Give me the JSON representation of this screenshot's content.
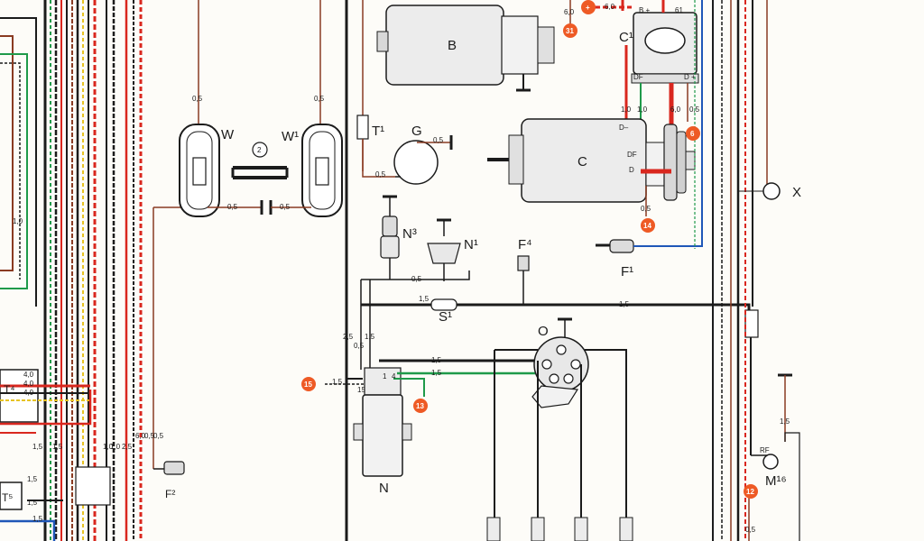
{
  "components": {
    "W": "W",
    "W1": "W¹",
    "B": "B",
    "C": "C",
    "C1": "C¹",
    "G": "G",
    "T1": "T¹",
    "N": "N",
    "N1": "N¹",
    "N3": "N³",
    "O": "O",
    "S1": "S¹",
    "F1": "F¹",
    "F2": "F²",
    "F4": "F⁴",
    "X": "X",
    "M16": "M¹⁶",
    "T4": "T⁴",
    "T5": "T⁵"
  },
  "circled_numbers": {
    "c2": "2",
    "c6": "6",
    "c12": "12",
    "c13": "13",
    "c14": "14",
    "c15": "15",
    "c31": "31",
    "cplus": "+"
  },
  "terminals": {
    "D_minus": "D–",
    "D_plus": "D +",
    "DF": "DF",
    "DF_C": "DF",
    "D_C": "D",
    "B_plus": "B +",
    "t61": "61",
    "t15": "15",
    "t1": "1",
    "t4": "4",
    "RF": "RF"
  },
  "wire_gauges": {
    "g_w_top": "0,5",
    "g_w1_top": "0,5",
    "g_w_mid1": "0,5",
    "g_w_mid2": "0,5",
    "g_g": "0,5",
    "g_g2": "0,5",
    "g_c1_a": "1,0",
    "g_c1_b": "1,0",
    "g_c1_c": "6,0",
    "g_c1_d": "0,5",
    "g_14": "0,5",
    "g_top1": "6,0",
    "g_top2": "6,0",
    "g_n3": "0,5",
    "g_s1": "1,5",
    "g_n_a": "2,5",
    "g_n_b": "1,5",
    "g_n_c": "0,5",
    "g_n_d": "1,5",
    "g_n_e": "1,5",
    "g_15": "1,5",
    "g_left1": "1,0",
    "g_left2": "1,0",
    "g_left3": "2,5",
    "g_left4": "6,0",
    "g_left5": "0,5",
    "g_left6": "0,5",
    "g_left7": "1,5",
    "g_left8": "1,5",
    "g_left9": "1,5",
    "g_left10": "1,5",
    "g_left11": "1,5",
    "g_t4_a": "4,0",
    "g_t4_b": "4,0",
    "g_t4_c": "4,0",
    "g_m16": "1,5",
    "g_12": "0,5",
    "g_far_left": "1,0"
  },
  "colors": {
    "wire_black": "#1b1b1b",
    "wire_red": "#d9271e",
    "wire_brown": "#8a3b22",
    "wire_green": "#1f9a4a",
    "wire_blue": "#1f57b8",
    "wire_yellow": "#e7c322",
    "callout": "#ee5a25"
  }
}
